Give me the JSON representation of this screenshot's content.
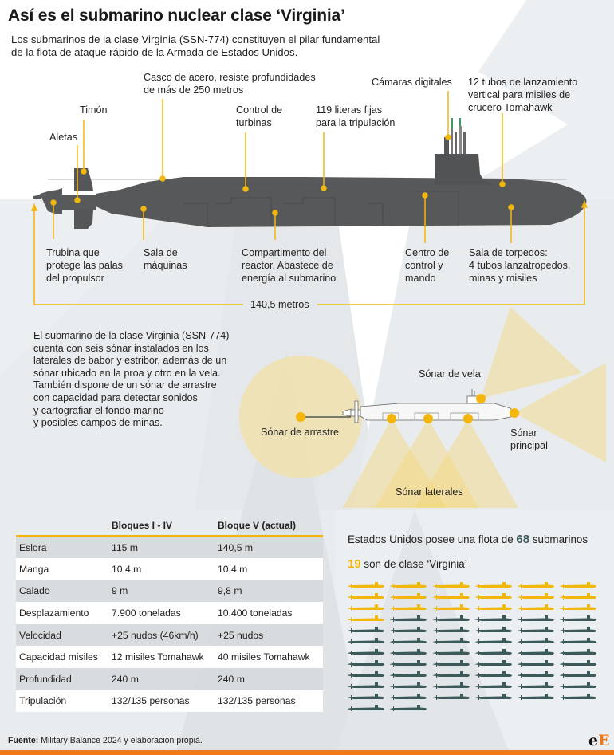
{
  "header": {
    "title": "Así es el submarino nuclear clase ‘Virginia’",
    "subtitle": "Los submarinos de la clase Virginia (SSN-774) constituyen el pilar fundamental de la flota de ataque rápido de la Armada de Estados Unidos."
  },
  "colors": {
    "accent_yellow": "#f2b70d",
    "hull_gray": "#555657",
    "fleet_gray": "#3d5a5a",
    "brand_orange": "#f07a1a",
    "background_gray": "#e9ecee"
  },
  "diagram": {
    "labels": {
      "casco": "Casco de acero, resiste profundidades\nde más de 250 metros",
      "timon": "Timón",
      "aletas": "Aletas",
      "control_turbinas": "Control de\nturbinas",
      "literas": "119 literas fijas\npara la tripulación",
      "camaras": "Cámaras digitales",
      "tubos": "12 tubos de lanzamiento\nvertical para misiles de\ncrucero Tomahawk",
      "turbina": "Trubina que\nprotege las palas\ndel propulsor",
      "maquinas": "Sala de\nmáquinas",
      "reactor": "Compartimento del\nreactor. Abastece de\nenergía al submarino",
      "centro": "Centro de\ncontrol y\nmando",
      "torpedos": "Sala de torpedos:\n4 tubos lanzatropedos,\nminas y misiles"
    },
    "length_label": "140,5 metros"
  },
  "sonar": {
    "description": "El submarino de la clase Virginia (SSN-774)\ncuenta con seis sónar instalados en los\nlaterales de babor y estribor, además de un\nsónar ubicado en la proa y otro en la vela.\nTambién dispone de un sónar de arrastre\ncon capacidad para detectar sonidos\ny cartografiar el fondo marino\ny posibles campos de minas.",
    "labels": {
      "vela": "Sónar de vela",
      "arrastre": "Sónar de arrastre",
      "principal": "Sónar\nprincipal",
      "laterales": "Sónar laterales"
    }
  },
  "specs_table": {
    "headers": [
      "",
      "Bloques I - IV",
      "Bloque V (actual)"
    ],
    "rows": [
      [
        "Eslora",
        "115 m",
        "140,5 m"
      ],
      [
        "Manga",
        "10,4 m",
        "10,4 m"
      ],
      [
        "Calado",
        "9 m",
        "9,8 m"
      ],
      [
        "Desplazamiento",
        "7.900 toneladas",
        "10.400 toneladas"
      ],
      [
        "Velocidad",
        "+25 nudos (46km/h)",
        "+25 nudos"
      ],
      [
        "Capacidad misiles",
        "12 misiles Tomahawk",
        "40 misiles Tomahawk"
      ],
      [
        "Profundidad",
        "240 m",
        "240 m"
      ],
      [
        "Tripulación",
        "132/135 personas",
        "132/135 personas"
      ]
    ]
  },
  "fleet": {
    "title_prefix": "Estados Unidos posee una flota de ",
    "total": "68",
    "title_suffix": " submarinos",
    "virginia_count": "19",
    "virginia_suffix": " son de clase ‘Virginia’",
    "total_count_value": 68,
    "virginia_count_value": 19
  },
  "footer": {
    "source_label": "Fuente:",
    "source_text": " Military Balance 2024 y elaboración propia.",
    "logo_e1": "e",
    "logo_e2": "E"
  }
}
